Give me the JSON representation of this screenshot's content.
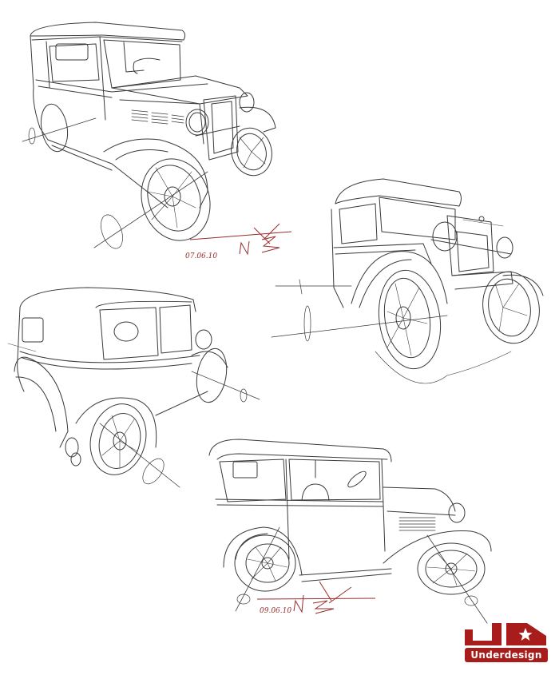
{
  "artwork": {
    "subject": "Pencil sketches of a vintage 1930s sedan in four views",
    "views": [
      {
        "name": "front-three-quarter-high",
        "position": "top-left"
      },
      {
        "name": "front-three-quarter-low",
        "position": "middle-right"
      },
      {
        "name": "rear-three-quarter",
        "position": "middle-left"
      },
      {
        "name": "side-profile",
        "position": "bottom-center"
      }
    ],
    "signatures": [
      {
        "date": "07.06.10",
        "initials": "N·∑",
        "position": "top"
      },
      {
        "date": "09.06.10",
        "initials": "N·∑",
        "position": "bottom"
      }
    ],
    "logo": {
      "text": "Underdesign",
      "icon": "star-icon",
      "color": "#a81c1c"
    },
    "colors": {
      "line": "#3a3a3a",
      "signature": "#9a2b2b",
      "border": "#b54848",
      "paper": "#ffffff"
    }
  }
}
